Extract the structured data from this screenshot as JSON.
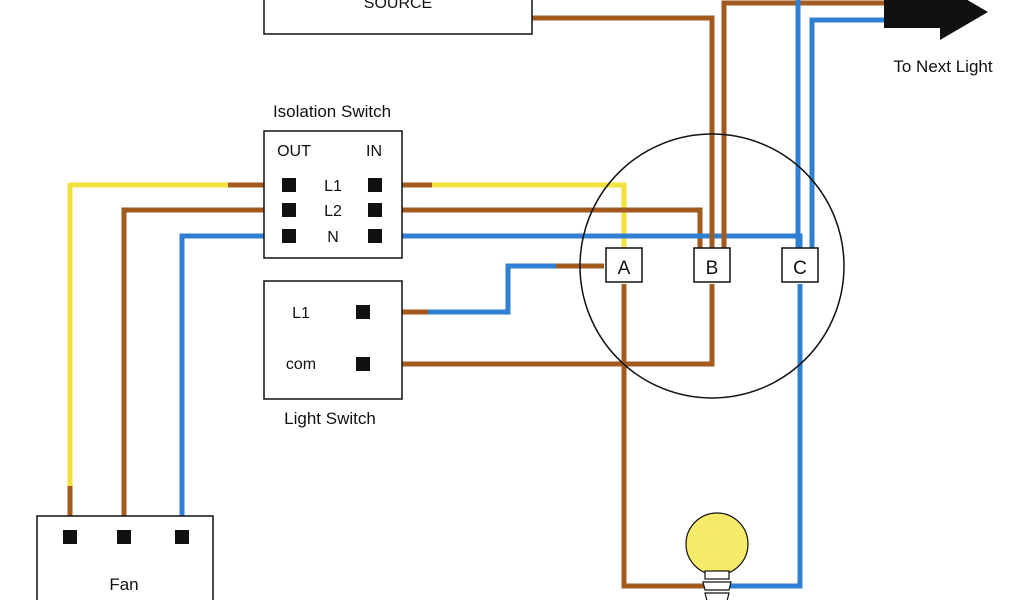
{
  "colors": {
    "live": "#a35a1f",
    "neutral": "#2f7fd3",
    "permanent": "#f2e23c",
    "bulb": "#f5ea6a",
    "outline": "#111111"
  },
  "source": {
    "label": "SOURCE"
  },
  "next_light": {
    "label": "To Next Light",
    "icon": "arrow-right-icon"
  },
  "isolation_switch": {
    "title": "Isolation Switch",
    "out_label": "OUT",
    "in_label": "IN",
    "terminals": [
      "L1",
      "L2",
      "N"
    ]
  },
  "light_switch": {
    "title": "Light Switch",
    "terminals": [
      "L1",
      "com"
    ]
  },
  "ceiling_rose": {
    "terminals": [
      "A",
      "B",
      "C"
    ]
  },
  "fan": {
    "label": "Fan"
  },
  "bulb": {
    "icon": "light-bulb-icon"
  }
}
